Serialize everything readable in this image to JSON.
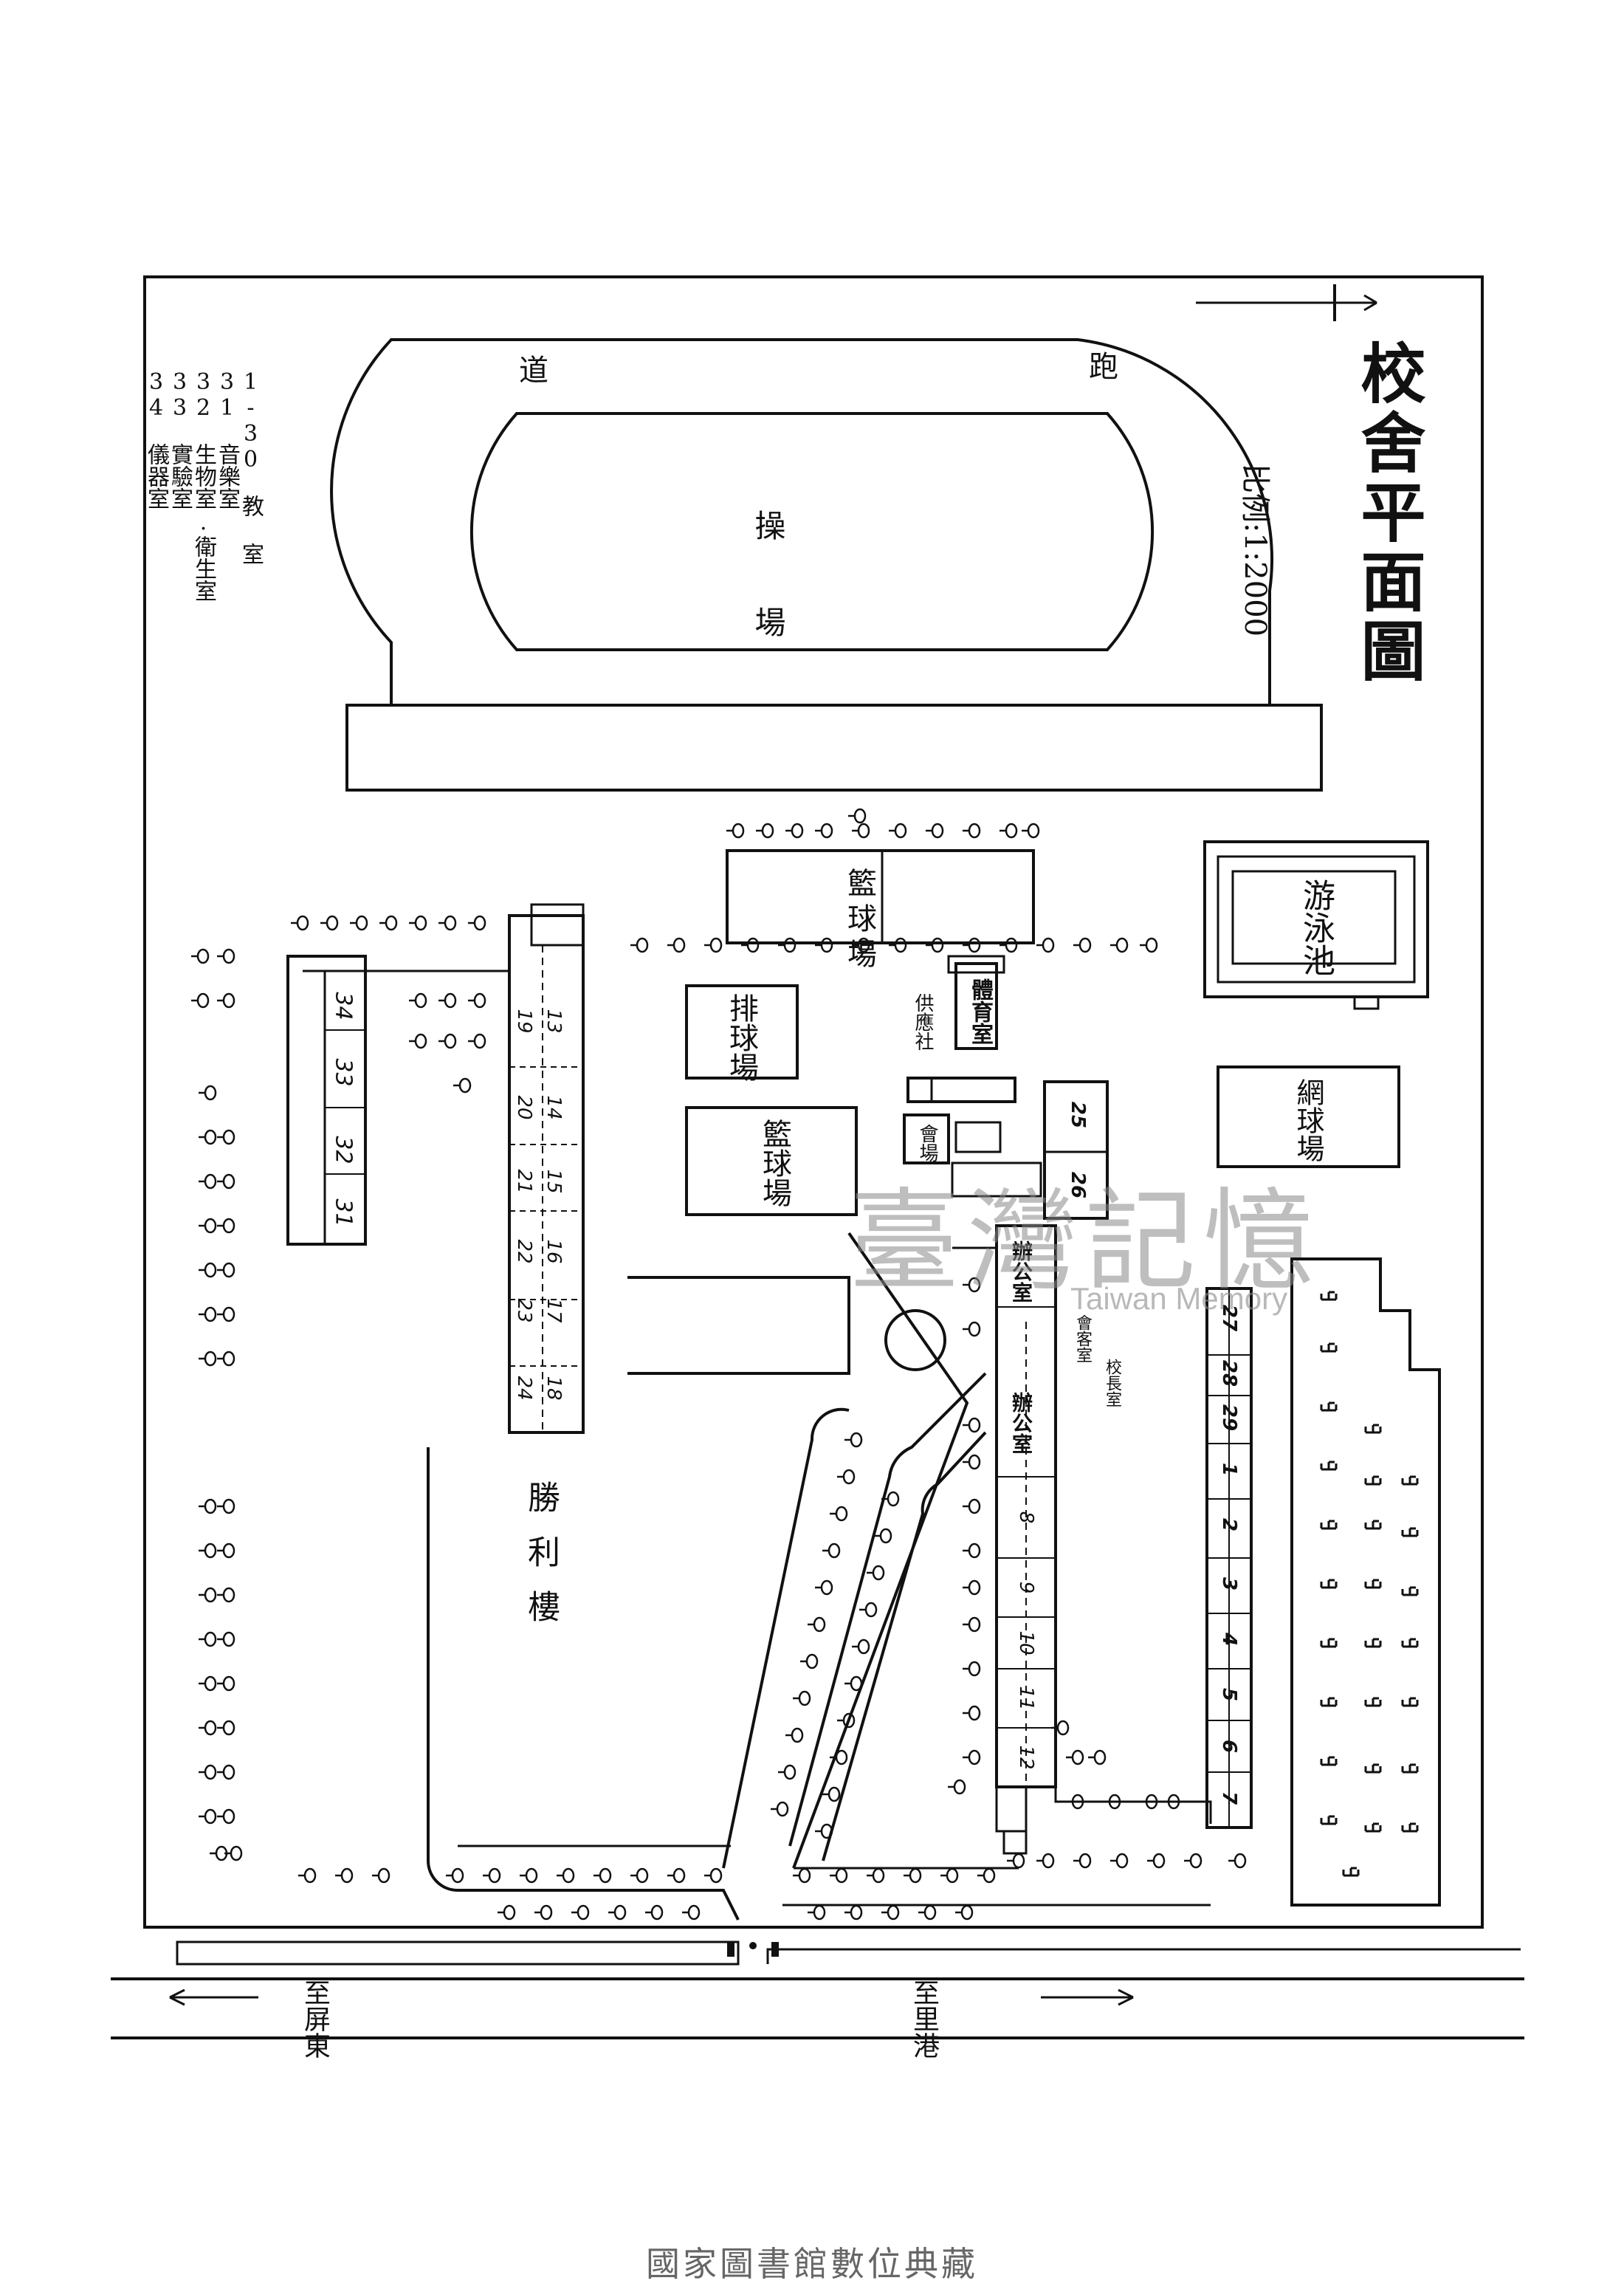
{
  "map": {
    "title": "校舍平面圖",
    "scale": "比例:1:2000",
    "legend": [
      {
        "code": "1-30",
        "name": "教 室"
      },
      {
        "code": "31",
        "name": "音樂室"
      },
      {
        "code": "32",
        "name": "生物室.衛生室"
      },
      {
        "code": "33",
        "name": "實驗室"
      },
      {
        "code": "34",
        "name": "儀器室"
      }
    ],
    "facilities": {
      "track_run": "跑",
      "track_road": "道",
      "field": "操 場",
      "pool": "游泳池",
      "basketball_court_top": "籃球場",
      "volleyball_court": "排球場",
      "basketball_court_bottom": "籃球場",
      "tennis_court": "網球場",
      "gym": "體育室",
      "coop": "供應社",
      "hall": "會場",
      "office_right": "辦公室",
      "principal_office": "校長室",
      "meeting_room": "會客室",
      "office_center": "辦公室",
      "building": "勝利樓"
    },
    "rooms_left_column": [
      "13",
      "19",
      "14",
      "20",
      "15",
      "21",
      "16",
      "22",
      "17",
      "23",
      "18",
      "24"
    ],
    "rooms_special": [
      "34",
      "33",
      "32",
      "31"
    ],
    "rooms_center_column": [
      "8",
      "9",
      "10",
      "11",
      "12"
    ],
    "rooms_right_top": [
      "25",
      "26"
    ],
    "rooms_right_column": [
      "27",
      "28",
      "29",
      "1",
      "2",
      "3",
      "4",
      "5",
      "6",
      "7"
    ],
    "road_left": "至屏東",
    "road_right": "至里港"
  },
  "watermark": {
    "cn": "臺灣記憶",
    "en": "Taiwan Memory"
  },
  "footer": "國家圖書館數位典藏",
  "colors": {
    "ink": "#111111",
    "watermark": "#8a8a8a",
    "footer": "#666666"
  }
}
